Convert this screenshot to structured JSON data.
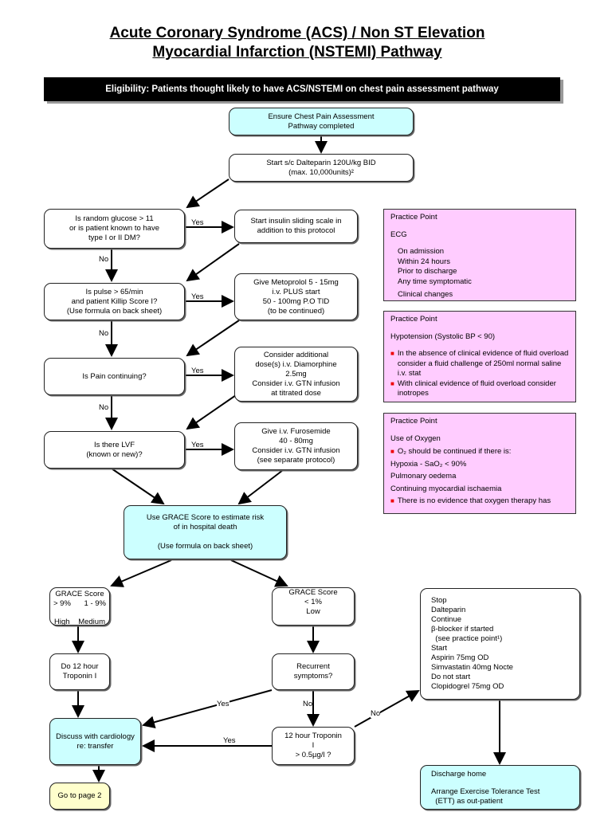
{
  "title": {
    "line1": "Acute Coronary Syndrome (ACS) / Non ST Elevation",
    "line2": "Myocardial Infarction (NSTEMI) Pathway"
  },
  "eligibility": "Eligibility: Patients thought likely to have ACS/NSTEMI on chest pain assessment pathway",
  "steps": {
    "ensure": [
      "Ensure Chest Pain Assessment",
      "Pathway completed"
    ],
    "dalteparin": [
      "Start s/c Dalteparin 120U/kg BID",
      "(max. 10,000units)²"
    ],
    "q_glucose": [
      "Is random glucose > 11",
      "or is patient known to have",
      "type I or II DM?"
    ],
    "a_insulin": [
      "Start insulin sliding scale in",
      "addition to this protocol"
    ],
    "q_pulse": [
      "Is pulse > 65/min",
      "and patient Killip Score I?",
      "(Use formula on back sheet)"
    ],
    "a_metoprolol": [
      "Give Metoprolol 5 - 15mg",
      "i.v. PLUS start",
      "50 - 100mg P.O TID",
      "(to be continued)"
    ],
    "q_pain": [
      "Is Pain continuing?"
    ],
    "a_diamorphine": [
      "Consider additional",
      "dose(s) i.v. Diamorphine",
      "2.5mg",
      "Consider i.v. GTN infusion",
      "at titrated dose"
    ],
    "q_lvf": [
      "Is there LVF",
      "(known or new)?"
    ],
    "a_furosemide": [
      "Give i.v. Furosemide",
      "40 - 80mg",
      "Consider i.v. GTN infusion",
      "(see separate protocol)"
    ],
    "grace": [
      "Use GRACE Score to estimate risk",
      "of in hospital death",
      "",
      "(Use formula on back sheet)"
    ],
    "grace_high": {
      "title": "GRACE Score",
      "v1": "> 9%",
      "v2": "1 - 9%",
      "l1": "High",
      "l2": "Medium"
    },
    "grace_low": [
      "GRACE Score",
      "< 1%",
      "Low"
    ],
    "troponin": [
      "Do 12 hour",
      "Troponin I"
    ],
    "recurrent": [
      "Recurrent",
      "symptoms?"
    ],
    "discuss": [
      "Discuss with cardiology",
      "re: transfer"
    ],
    "troponin12": [
      "12 hour Troponin",
      "I",
      "> 0.5µg/l ?"
    ],
    "goto": "Go to page 2",
    "stop": [
      "Stop",
      "Dalteparin",
      "Continue",
      "β-blocker if started",
      "  (see practice point¹)",
      "Start",
      "Aspirin 75mg OD",
      "Simvastatin 40mg Nocte",
      "Do not start",
      "Clopidogrel 75mg OD"
    ],
    "discharge": [
      "Discharge home",
      "",
      "Arrange Exercise Tolerance Test",
      "  (ETT) as out-patient"
    ]
  },
  "labels": {
    "yes": "Yes",
    "no": "No"
  },
  "practice_points": [
    {
      "heading": "Practice Point",
      "subheading": "ECG",
      "items": [
        "On admission",
        "Within 24 hours",
        "Prior to discharge",
        "Any time symptomatic",
        "Clinical changes"
      ]
    },
    {
      "heading": "Practice Point",
      "subheading": "Hypotension (Systolic BP < 90)",
      "bullets": [
        "In the absence of clinical evidence of fluid overload consider a fluid challenge of 250ml normal saline i.v. stat",
        "With clinical evidence of fluid overload consider inotropes"
      ]
    },
    {
      "heading": "Practice Point",
      "subheading": "Use of Oxygen",
      "bullet1": "O₂ should be continued if there is:",
      "items": [
        "Hypoxia - SaO₂ < 90%",
        "Pulmonary oedema",
        "Continuing myocardial ischaemia"
      ],
      "bullet2": "There is no evidence that oxygen therapy has"
    }
  ],
  "colors": {
    "start_end": "#ccffff",
    "practice_point": "#ffccff",
    "next_page": "#ffffcc",
    "bullet": "#ee0000"
  }
}
